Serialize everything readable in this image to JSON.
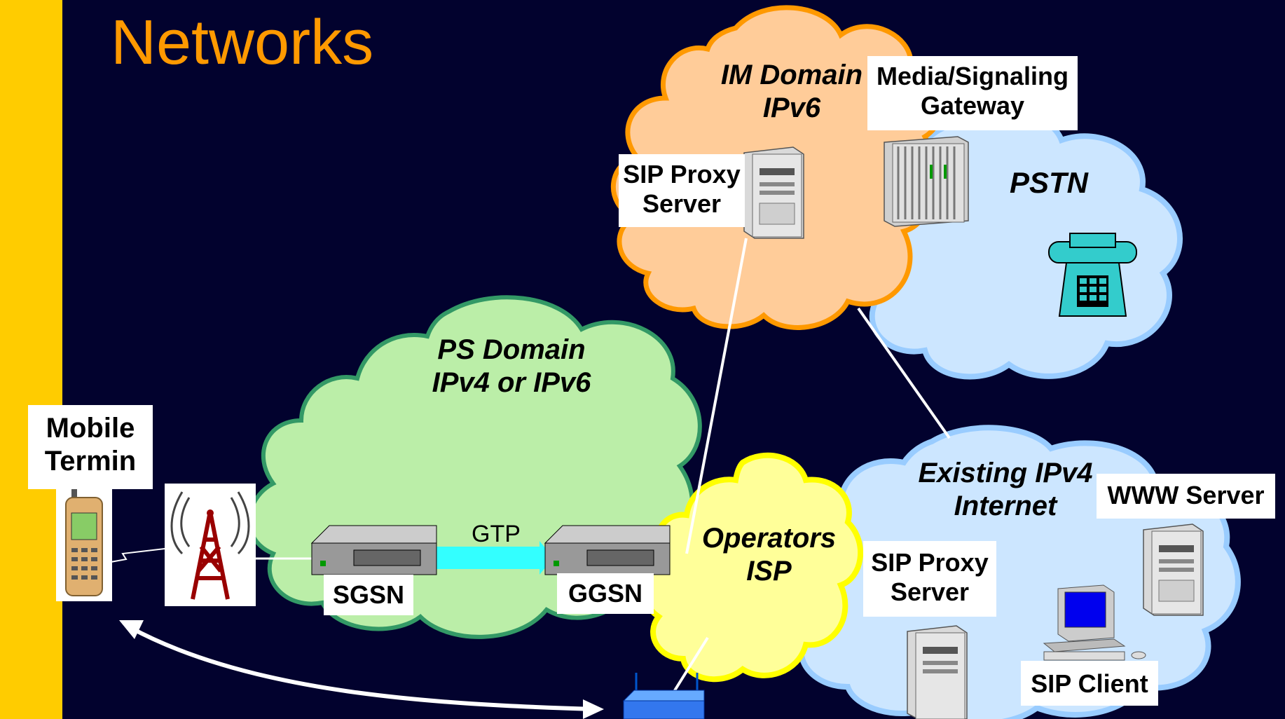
{
  "slide": {
    "title": "Networks",
    "accent_color": "#ffcc00",
    "title_color": "#ff9900",
    "background": "#02022e"
  },
  "clouds": {
    "im_domain": {
      "line1": "IM Domain",
      "line2": "IPv6",
      "fill": "#ffcc99",
      "stroke": "#ff9900"
    },
    "pstn": {
      "label": "PSTN",
      "fill": "#cce6ff",
      "stroke": "#99ccff"
    },
    "ps_domain": {
      "line1": "PS Domain",
      "line2": "IPv4 or IPv6",
      "fill": "#bbeea8",
      "stroke": "#339966"
    },
    "operators_isp": {
      "line1": "Operators",
      "line2": "ISP",
      "fill": "#ffff99",
      "stroke": "#ffff00"
    },
    "ipv4_internet": {
      "line1": "Existing IPv4",
      "line2": "Internet",
      "fill": "#cce6ff",
      "stroke": "#99ccff"
    }
  },
  "labels": {
    "media_gateway": {
      "line1": "Media/Signaling",
      "line2": "Gateway"
    },
    "sip_proxy_im": {
      "line1": "SIP Proxy",
      "line2": "Server"
    },
    "mobile_terminal": {
      "line1": "Mobile",
      "line2": "Termin"
    },
    "sgsn": "SGSN",
    "ggsn": "GGSN",
    "gtp": "GTP",
    "sip_proxy_internet": {
      "line1": "SIP Proxy",
      "line2": "Server"
    },
    "www_server": "WWW Server",
    "sip_client": "SIP Client"
  },
  "icons": [
    "server-icon",
    "media-gateway-icon",
    "telephone-icon",
    "cell-tower-icon",
    "mobile-phone-icon",
    "router-icon",
    "desktop-computer-icon"
  ]
}
